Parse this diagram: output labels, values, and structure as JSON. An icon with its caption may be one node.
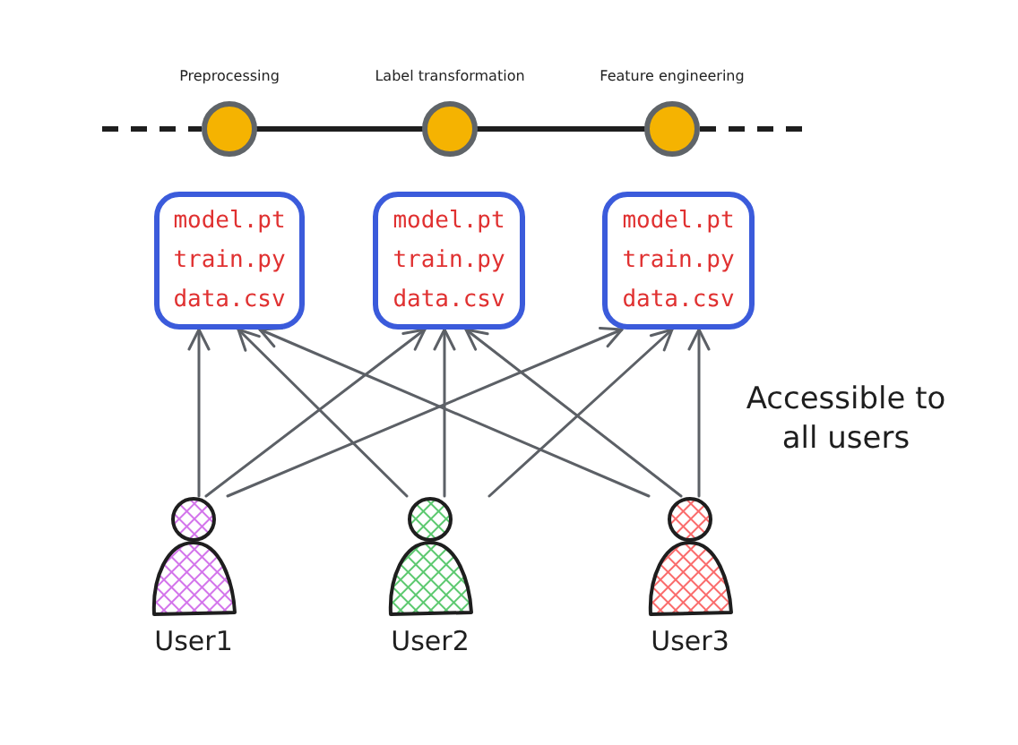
{
  "diagram": {
    "nodes": [
      {
        "text": [
          "Preprocessing"
        ]
      },
      {
        "text": [
          "Label transformation"
        ]
      },
      {
        "text": [
          "Feature engineering"
        ]
      },
      {
        "text": [
          "model.pt",
          "train.py",
          "data.csv"
        ]
      },
      {
        "text": [
          "model.pt",
          "train.py",
          "data.csv"
        ]
      },
      {
        "text": [
          "model.pt",
          "train.py",
          "data.csv"
        ]
      },
      {
        "text": [
          "User1"
        ]
      },
      {
        "text": [
          "User2"
        ]
      },
      {
        "text": [
          "User3"
        ]
      }
    ],
    "edges": [
      {
        "from": null,
        "to": 0,
        "arrow": "none",
        "style": "dashed",
        "color": "#1e1e1e"
      },
      {
        "from": 0,
        "to": 1,
        "arrow": "none",
        "style": "thick",
        "color": "#1e1e1e"
      },
      {
        "from": 1,
        "to": 2,
        "arrow": "none",
        "style": "thick",
        "color": "#1e1e1e"
      },
      {
        "from": 2,
        "to": null,
        "arrow": "none",
        "style": "dashed",
        "color": "#1e1e1e"
      },
      {
        "from": 6,
        "to": 3,
        "arrow": "to"
      },
      {
        "from": 6,
        "to": 4,
        "arrow": "to"
      },
      {
        "from": 6,
        "to": 5,
        "arrow": "to"
      },
      {
        "from": 7,
        "to": 3,
        "arrow": "to"
      },
      {
        "from": 7,
        "to": 4,
        "arrow": "to"
      },
      {
        "from": 7,
        "to": 5,
        "arrow": "to"
      },
      {
        "from": 8,
        "to": 3,
        "arrow": "to"
      },
      {
        "from": 8,
        "to": 4,
        "arrow": "to"
      },
      {
        "from": 8,
        "to": 5,
        "arrow": "to"
      }
    ],
    "labels": [
      "Accessible to all users"
    ]
  }
}
